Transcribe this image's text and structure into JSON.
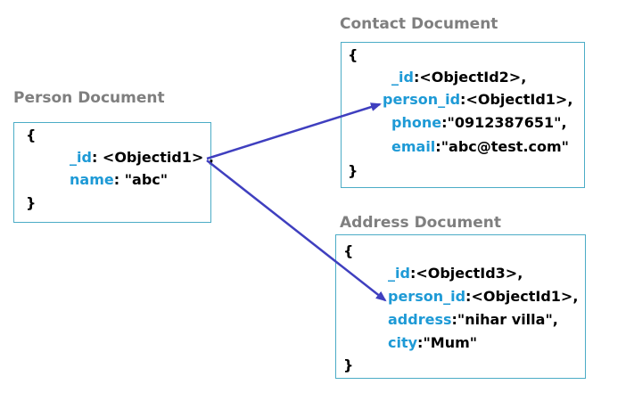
{
  "colors": {
    "key": "#1e9ad6",
    "title": "#7f7f7f",
    "border": "#4bacc6",
    "arrow": "#3f3fbf"
  },
  "person": {
    "title": "Person Document",
    "open": "{",
    "close": "}",
    "fields": [
      {
        "key": "_id",
        "value": ": <Objectid1> ,"
      },
      {
        "key": "name",
        "value": ": \"abc\""
      }
    ]
  },
  "contact": {
    "title": "Contact Document",
    "open": "{",
    "close": "}",
    "fields": [
      {
        "key": "_id",
        "value": ":<ObjectId2>,"
      },
      {
        "key": "person_id",
        "value": ":<ObjectId1>,"
      },
      {
        "key": "phone",
        "value": ":\"0912387651\","
      },
      {
        "key": "email",
        "value": ":\"abc@test.com\""
      }
    ]
  },
  "address": {
    "title": "Address Document",
    "open": "{",
    "close": "}",
    "fields": [
      {
        "key": "_id",
        "value": ":<ObjectId3>,"
      },
      {
        "key": "person_id",
        "value": ":<ObjectId1>,"
      },
      {
        "key": "address",
        "value": ":\"nihar villa\","
      },
      {
        "key": "city",
        "value": ":\"Mum\""
      }
    ]
  }
}
